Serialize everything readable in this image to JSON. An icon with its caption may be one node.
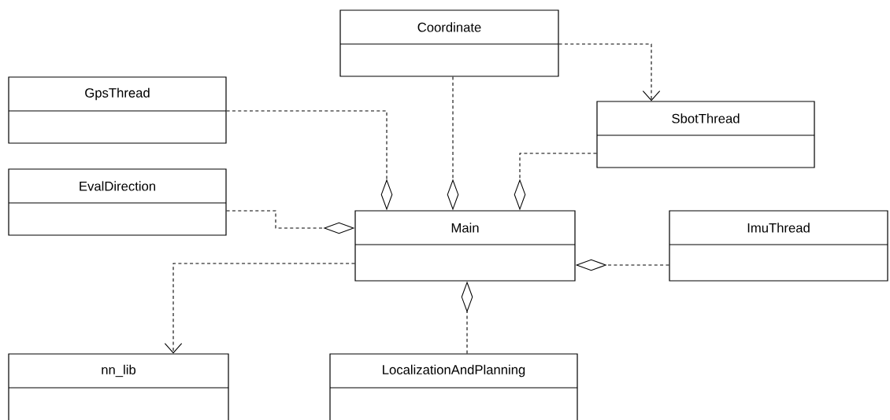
{
  "diagram": {
    "nodes": [
      {
        "text": [
          "Coordinate"
        ]
      },
      {
        "text": [
          "GpsThread"
        ]
      },
      {
        "text": [
          "SbotThread"
        ]
      },
      {
        "text": [
          "EvalDirection"
        ]
      },
      {
        "text": [
          "Main"
        ]
      },
      {
        "text": [
          "ImuThread"
        ]
      },
      {
        "text": [
          "nn_lib"
        ]
      },
      {
        "text": [
          "LocalizationAndPlanning"
        ]
      }
    ],
    "edges": [
      {
        "from": 0,
        "to": 2,
        "arrow": "to",
        "style": "dashed"
      },
      {
        "from": 1,
        "to": 4,
        "arrow": "other",
        "style": "dashed"
      },
      {
        "from": 0,
        "to": 4,
        "arrow": "other",
        "style": "dashed"
      },
      {
        "from": 2,
        "to": 4,
        "arrow": "other",
        "style": "dashed"
      },
      {
        "from": 3,
        "to": 4,
        "arrow": "other",
        "style": "dashed"
      },
      {
        "from": 5,
        "to": 4,
        "arrow": "other",
        "style": "dashed"
      },
      {
        "from": 4,
        "to": 6,
        "arrow": "to",
        "style": "dashed"
      },
      {
        "from": 7,
        "to": 4,
        "arrow": "other",
        "style": "dashed"
      }
    ]
  }
}
